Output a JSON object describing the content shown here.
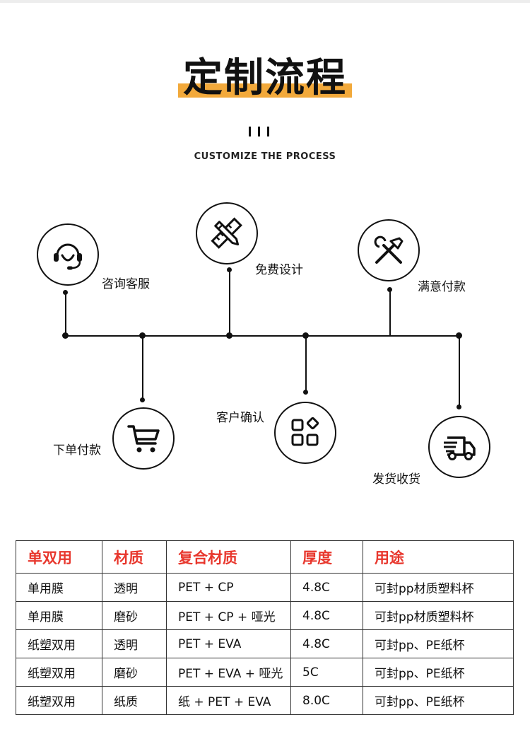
{
  "header": {
    "title": "定制流程",
    "subtitle": "CUSTOMIZE THE PROCESS",
    "accent_color": "#f2a93b"
  },
  "process": {
    "steps": [
      {
        "label": "咨询客服",
        "icon": "headset-icon"
      },
      {
        "label": "下单付款",
        "icon": "shopping-cart-icon"
      },
      {
        "label": "免费设计",
        "icon": "ruler-pencil-icon"
      },
      {
        "label": "客户确认",
        "icon": "apps-grid-icon"
      },
      {
        "label": "满意付款",
        "icon": "tools-icon"
      },
      {
        "label": "发货收货",
        "icon": "delivery-truck-icon"
      }
    ]
  },
  "table": {
    "header_color": "#e8372d",
    "columns": [
      "单双用",
      "材质",
      "复合材质",
      "厚度",
      "用途"
    ],
    "rows": [
      [
        "单用膜",
        "透明",
        "PET + CP",
        "4.8C",
        "可封pp材质塑料杯"
      ],
      [
        "单用膜",
        "磨砂",
        "PET + CP + 哑光",
        "4.8C",
        "可封pp材质塑料杯"
      ],
      [
        "纸塑双用",
        "透明",
        "PET + EVA",
        "4.8C",
        "可封pp、PE纸杯"
      ],
      [
        "纸塑双用",
        "磨砂",
        "PET + EVA + 哑光",
        "5C",
        "可封pp、PE纸杯"
      ],
      [
        "纸塑双用",
        "纸质",
        "纸 + PET + EVA",
        "8.0C",
        "可封pp、PE纸杯"
      ]
    ]
  }
}
